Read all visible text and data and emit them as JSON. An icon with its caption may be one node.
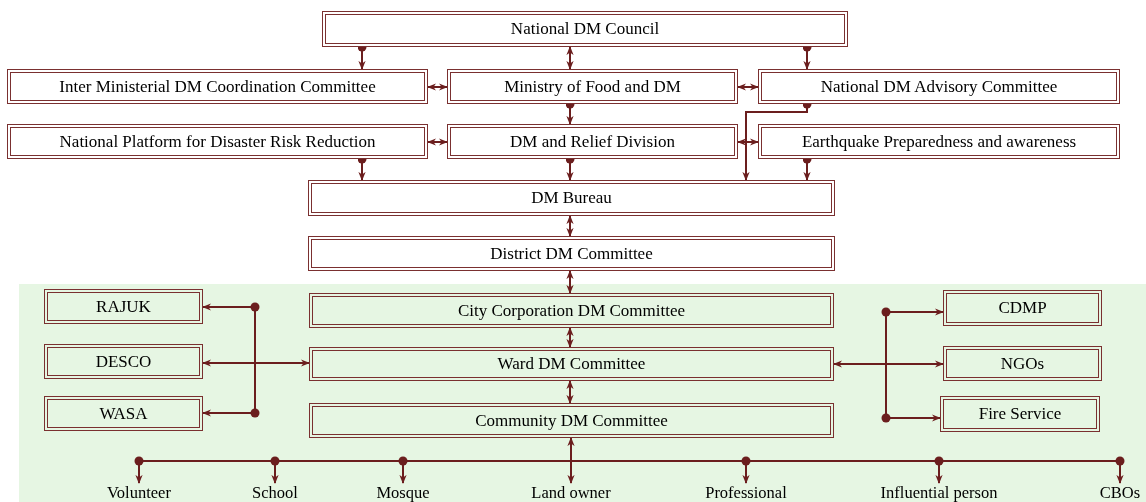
{
  "diagram": {
    "nodes": [
      {
        "text": [
          "National DM Council"
        ]
      },
      {
        "text": [
          "Inter Ministerial DM Coordination Committee"
        ]
      },
      {
        "text": [
          "Ministry of Food and DM"
        ]
      },
      {
        "text": [
          "National DM Advisory Committee"
        ]
      },
      {
        "text": [
          "National Platform for Disaster Risk Reduction"
        ]
      },
      {
        "text": [
          "DM and Relief Division"
        ]
      },
      {
        "text": [
          "Earthquake Preparedness and awareness"
        ]
      },
      {
        "text": [
          "DM Bureau"
        ]
      },
      {
        "text": [
          "District DM Committee"
        ]
      },
      {
        "text": [],
        "shape": "band"
      },
      {
        "text": [
          "RAJUK"
        ],
        "in": 9
      },
      {
        "text": [
          "City Corporation DM Committee"
        ],
        "in": 9
      },
      {
        "text": [
          "CDMP"
        ],
        "in": 9
      },
      {
        "text": [
          "DESCO"
        ],
        "in": 9
      },
      {
        "text": [
          "Ward DM Committee"
        ],
        "in": 9
      },
      {
        "text": [
          "NGOs"
        ],
        "in": 9
      },
      {
        "text": [
          "WASA"
        ],
        "in": 9
      },
      {
        "text": [
          "Community DM Committee"
        ],
        "in": 9
      },
      {
        "text": [
          "Fire Service"
        ],
        "in": 9
      },
      {
        "text": [
          "Volunteer"
        ],
        "in": 9
      },
      {
        "text": [
          "School"
        ],
        "in": 9
      },
      {
        "text": [
          "Mosque"
        ],
        "in": 9
      },
      {
        "text": [
          "Land owner"
        ],
        "in": 9
      },
      {
        "text": [
          "Professional"
        ],
        "in": 9
      },
      {
        "text": [
          "Influential person"
        ],
        "in": 9
      },
      {
        "text": [
          "CBOs"
        ],
        "in": 9
      }
    ],
    "edges": [
      {
        "from": 0,
        "to": 1,
        "arrow": "to"
      },
      {
        "from": 0,
        "to": 2,
        "arrow": "both"
      },
      {
        "from": 0,
        "to": 3,
        "arrow": "to"
      },
      {
        "from": 1,
        "to": 2,
        "arrow": "both"
      },
      {
        "from": 2,
        "to": 3,
        "arrow": "both"
      },
      {
        "from": 2,
        "to": 5,
        "arrow": "to"
      },
      {
        "from": 4,
        "to": 5,
        "arrow": "both"
      },
      {
        "from": 5,
        "to": 6,
        "arrow": "both"
      },
      {
        "from": 4,
        "to": 7,
        "arrow": "to"
      },
      {
        "from": 5,
        "to": 7,
        "arrow": "to"
      },
      {
        "from": 3,
        "to": 7,
        "arrow": "to"
      },
      {
        "from": 6,
        "to": 7,
        "arrow": "to"
      },
      {
        "from": 7,
        "to": 8,
        "arrow": "both"
      },
      {
        "from": 8,
        "to": 11,
        "arrow": "both"
      },
      {
        "from": 11,
        "to": 14,
        "arrow": "both"
      },
      {
        "from": 14,
        "to": 17,
        "arrow": "both"
      },
      {
        "from": 14,
        "to": 10,
        "arrow": "to"
      },
      {
        "from": 14,
        "to": 13,
        "arrow": "both"
      },
      {
        "from": 14,
        "to": 16,
        "arrow": "to"
      },
      {
        "from": 14,
        "to": 12,
        "arrow": "to"
      },
      {
        "from": 14,
        "to": 15,
        "arrow": "both"
      },
      {
        "from": 14,
        "to": 18,
        "arrow": "to"
      },
      {
        "from": 17,
        "to": 19,
        "arrow": "to"
      },
      {
        "from": 17,
        "to": 20,
        "arrow": "to"
      },
      {
        "from": 17,
        "to": 21,
        "arrow": "to"
      },
      {
        "from": 17,
        "to": 22,
        "arrow": "both"
      },
      {
        "from": 17,
        "to": 23,
        "arrow": "to"
      },
      {
        "from": 17,
        "to": 24,
        "arrow": "to"
      },
      {
        "from": 17,
        "to": 25,
        "arrow": "to"
      }
    ]
  }
}
